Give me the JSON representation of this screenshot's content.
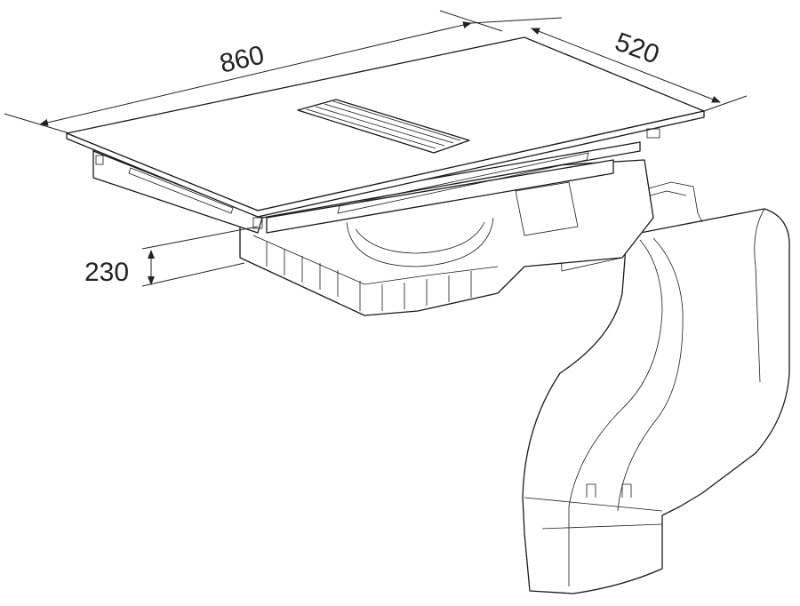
{
  "diagram": {
    "dimensions": {
      "width": "860",
      "depth": "520",
      "height": "230"
    }
  }
}
